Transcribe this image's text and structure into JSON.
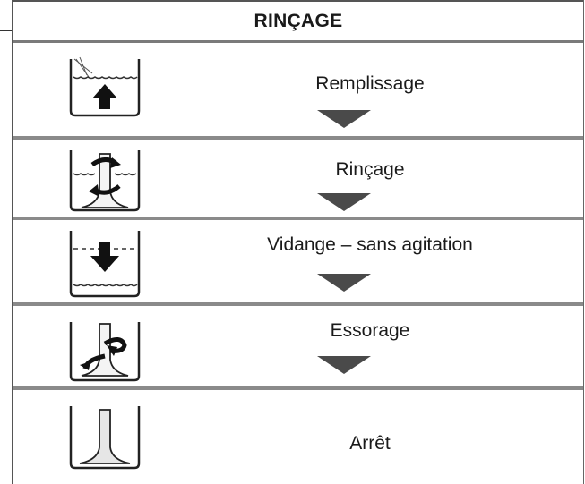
{
  "table": {
    "title": "RINÇAGE",
    "steps": [
      {
        "label": "Remplissage",
        "icon": "fill-tub-icon",
        "has_next_arrow": true
      },
      {
        "label": "Rinçage",
        "icon": "rinse-agitator-icon",
        "has_next_arrow": true
      },
      {
        "label": "Vidange – sans agitation",
        "icon": "drain-tub-icon",
        "has_next_arrow": true
      },
      {
        "label": "Essorage",
        "icon": "spin-icon",
        "has_next_arrow": true
      },
      {
        "label": "Arrêt",
        "icon": "stop-agitator-icon",
        "has_next_arrow": false
      }
    ]
  }
}
